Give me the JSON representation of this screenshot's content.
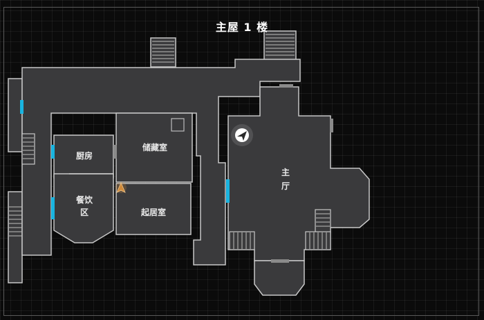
{
  "floor": {
    "title": "主屋 1 楼"
  },
  "rooms": {
    "kitchen": "厨房",
    "storage": "储藏室",
    "dining_area_line1": "餐饮",
    "dining_area_line2": "区",
    "living_room": "起居室",
    "main_hall": "主厅"
  },
  "colors": {
    "background": "#0b0b0b",
    "room_fill": "#3a3a3c",
    "wall_stroke": "#c8c8c8",
    "door_cyan": "#19b4e0",
    "door_gray": "#8a8a8a",
    "player_marker": "#d08a3a",
    "compass_marker": "#ffffff"
  },
  "icons": {
    "player": "player-arrow-icon",
    "save_point": "compass-icon"
  }
}
